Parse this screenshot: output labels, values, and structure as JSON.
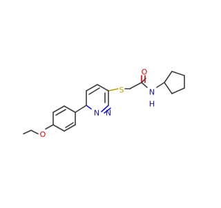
{
  "molecule": {
    "atoms": [
      {
        "id": "o_carbonyl",
        "label": "O",
        "color": "#e00000"
      },
      {
        "id": "n_amide",
        "label": "N",
        "color": "#1010d8"
      },
      {
        "id": "h_amide",
        "label": "H",
        "color": "#1010d8"
      },
      {
        "id": "s_thioether",
        "label": "S",
        "color": "#b9a000"
      },
      {
        "id": "n_ring_1",
        "label": "N",
        "color": "#1010d8"
      },
      {
        "id": "n_ring_2",
        "label": "N",
        "color": "#1010d8"
      },
      {
        "id": "o_ether",
        "label": "O",
        "color": "#e00000"
      }
    ]
  }
}
